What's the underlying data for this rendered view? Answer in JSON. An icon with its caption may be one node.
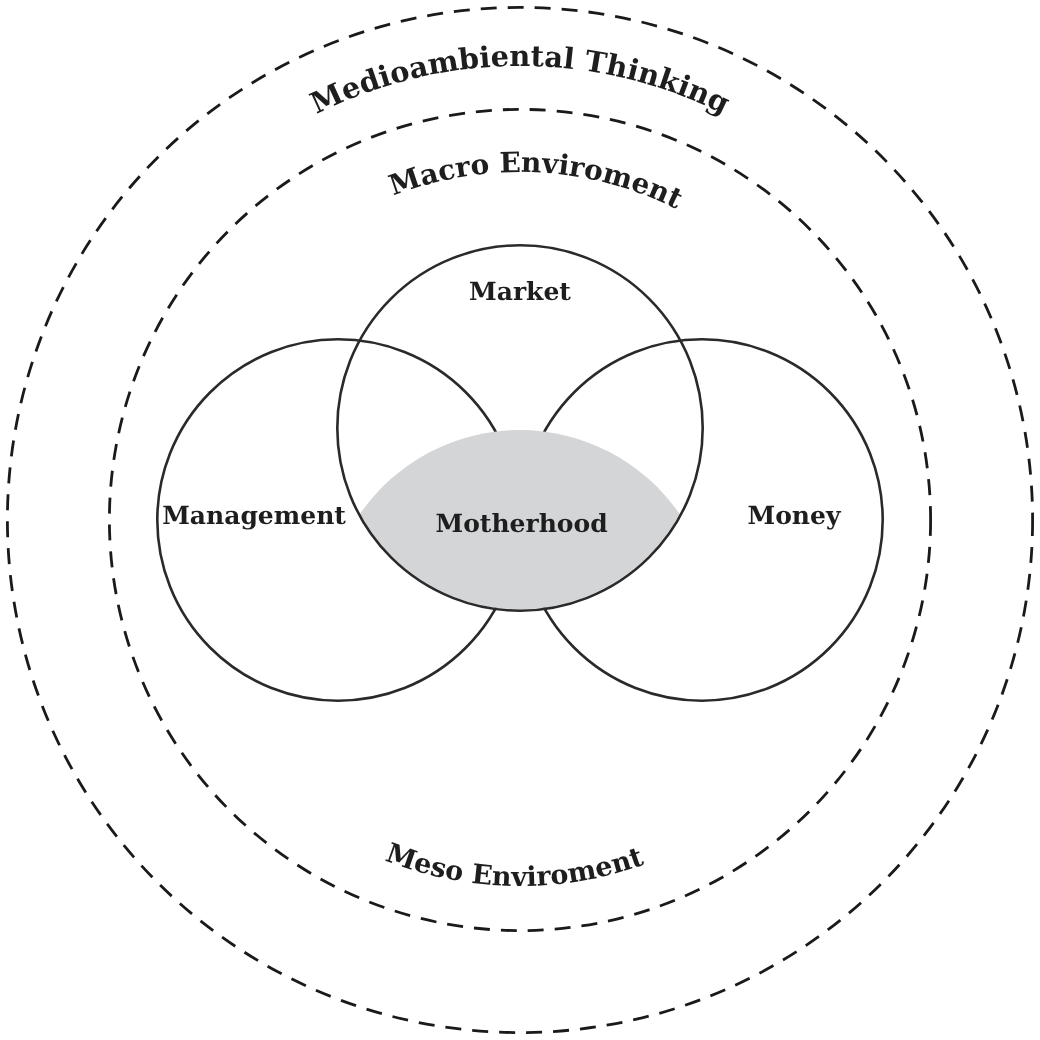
{
  "diagram": {
    "nodes": [
      {
        "text": [
          "Medioambiental Thinking"
        ]
      },
      {
        "text": [
          "Macro Enviroment",
          "Meso Enviroment"
        ],
        "in": 0
      },
      {
        "text": [
          "Market"
        ],
        "in": 1
      },
      {
        "text": [
          "Management"
        ],
        "in": 1
      },
      {
        "text": [
          "Motherhood"
        ],
        "in": 2
      },
      {
        "text": [
          "Money"
        ],
        "in": 1
      }
    ]
  }
}
